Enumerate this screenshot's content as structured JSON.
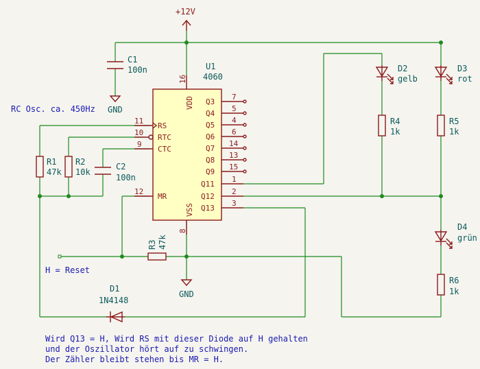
{
  "power": {
    "vcc": "+12V",
    "gnd": "GND"
  },
  "ic": {
    "ref": "U1",
    "part": "4060",
    "pins": {
      "vdd": "VDD",
      "vss": "VSS",
      "rs": "RS",
      "rtc": "RTC",
      "ctc": "CTC",
      "mr": "MR",
      "q3": "Q3",
      "q4": "Q4",
      "q5": "Q5",
      "q6": "Q6",
      "q7": "Q7",
      "q8": "Q8",
      "q9": "Q9",
      "q11": "Q11",
      "q12": "Q12",
      "q13": "Q13"
    },
    "pin_numbers": {
      "vdd": "16",
      "vss": "8",
      "rs": "11",
      "rtc": "10",
      "ctc": "9",
      "mr": "12",
      "q3": "7",
      "q4": "5",
      "q5": "4",
      "q6": "6",
      "q7": "14",
      "q8": "13",
      "q9": "15",
      "q11": "1",
      "q12": "2",
      "q13": "3"
    }
  },
  "components": {
    "c1": {
      "ref": "C1",
      "value": "100n"
    },
    "c2": {
      "ref": "C2",
      "value": "100n"
    },
    "r1": {
      "ref": "R1",
      "value": "47k"
    },
    "r2": {
      "ref": "R2",
      "value": "10k"
    },
    "r3": {
      "ref": "R3",
      "value": "47k"
    },
    "r4": {
      "ref": "R4",
      "value": "1k"
    },
    "r5": {
      "ref": "R5",
      "value": "1k"
    },
    "r6": {
      "ref": "R6",
      "value": "1k"
    },
    "d1": {
      "ref": "D1",
      "value": "1N4148"
    },
    "d2": {
      "ref": "D2",
      "value": "gelb"
    },
    "d3": {
      "ref": "D3",
      "value": "rot"
    },
    "d4": {
      "ref": "D4",
      "value": "grün"
    }
  },
  "notes": {
    "osc": "RC Osc. ca. 450Hz",
    "reset": "H = Reset",
    "line1": "Wird Q13 = H, Wird RS mit dieser Diode auf H gehalten",
    "line2": "und der Oszillator hört auf zu schwingen.",
    "line3": "Der Zähler bleibt  stehen bis MR = H."
  }
}
